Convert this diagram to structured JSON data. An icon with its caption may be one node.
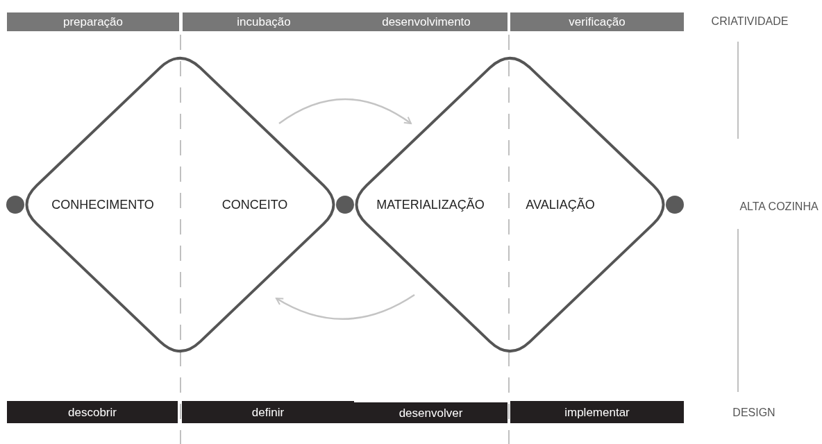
{
  "diagram": {
    "nodes": [
      {
        "text": [
          "preparação"
        ]
      },
      {
        "text": [
          "incubação"
        ]
      },
      {
        "text": [
          "desenvolvimento"
        ]
      },
      {
        "text": [
          "verificação"
        ]
      },
      {
        "text": [
          "CONHECIMENTO",
          "CONCEITO"
        ]
      },
      {
        "text": [
          "MATERIALIZAÇÃO",
          "AVALIAÇÃO"
        ]
      },
      {
        "text": [
          "descobrir"
        ]
      },
      {
        "text": [
          "definir"
        ]
      },
      {
        "text": [
          "desenvolver"
        ]
      },
      {
        "text": [
          "implementar"
        ]
      }
    ],
    "edges": [
      {
        "from": 4,
        "to": 5,
        "arrow": "to"
      },
      {
        "from": 5,
        "to": 4,
        "arrow": "to"
      }
    ],
    "labels": [
      "CRIATIVIDADE",
      "ALTA COZINHA",
      "DESIGN"
    ]
  }
}
